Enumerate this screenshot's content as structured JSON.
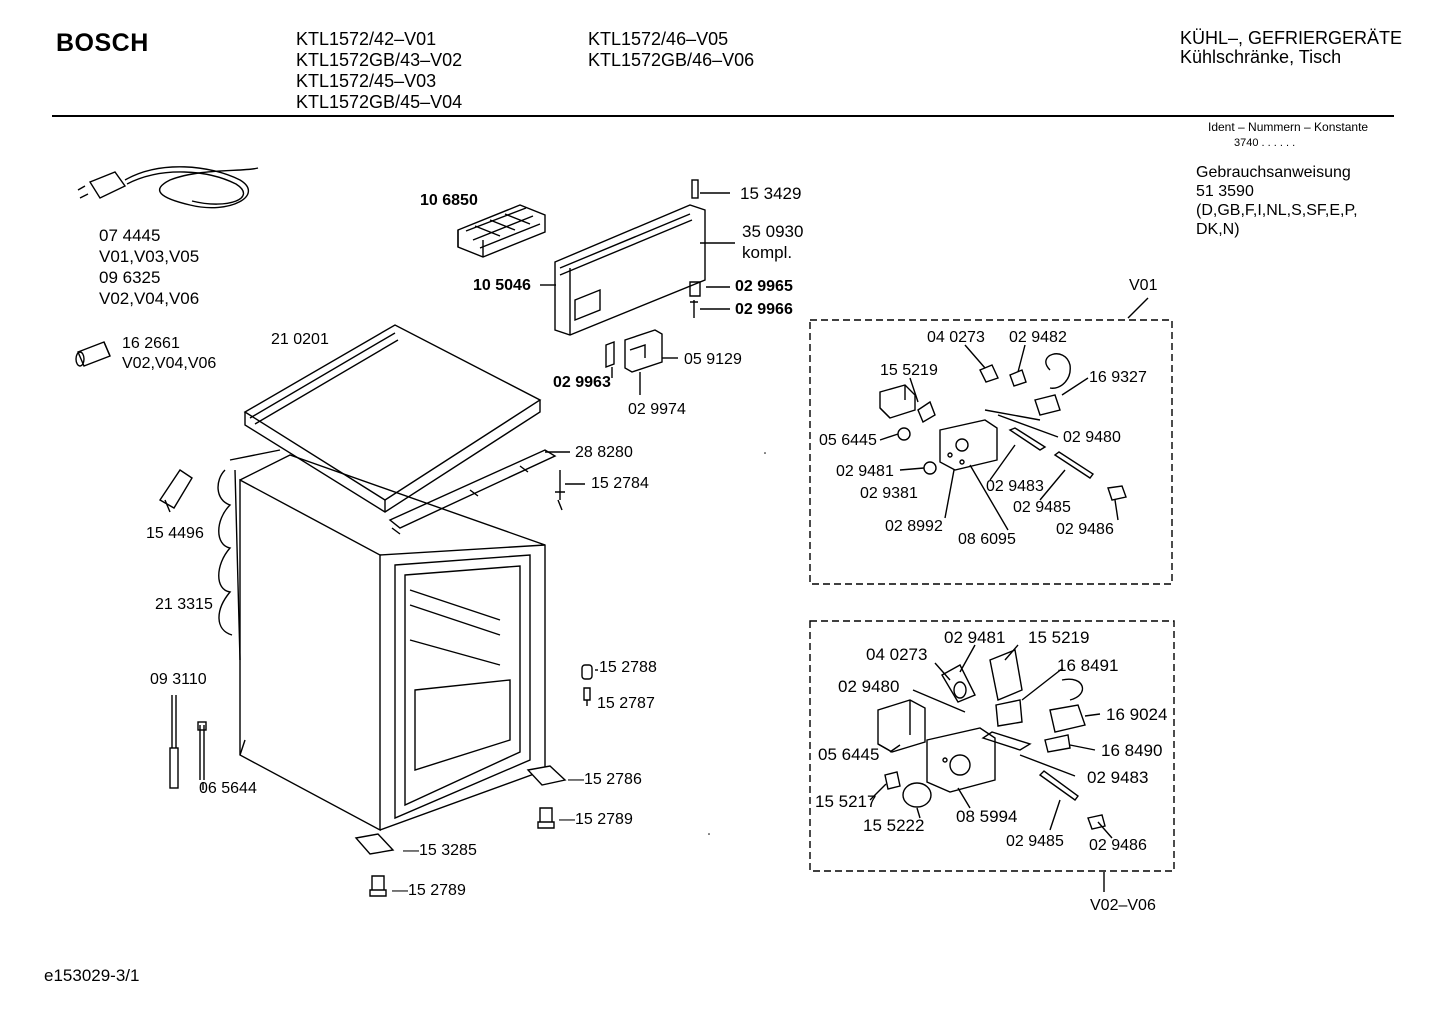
{
  "header": {
    "brand": "BOSCH",
    "models_col1": [
      "KTL1572/42–V01",
      "KTL1572GB/43–V02",
      "KTL1572/45–V03",
      "KTL1572GB/45–V04"
    ],
    "models_col2": [
      "KTL1572/46–V05",
      "KTL1572GB/46–V06"
    ],
    "category": "KÜHL–, GEFRIERGERÄTE",
    "subcategory": "Kühlschränke, Tisch"
  },
  "ident": {
    "label": "Ident – Nummern – Konstante",
    "value": "3740  .  .  .  .  .  ."
  },
  "manual": {
    "title": "Gebrauchsanweisung",
    "number": "51 3590",
    "languages_line1": "(D,GB,F,I,NL,S,SF,E,P,",
    "languages_line2": "DK,N)"
  },
  "parts_left": {
    "cable_1": "07 4445",
    "cable_1_variants": "V01,V03,V05",
    "cable_2": "09 6325",
    "cable_2_variants": "V02,V04,V06",
    "fuse": "16 2661",
    "fuse_variants": "V02,V04,V06",
    "top": "21 0201",
    "hinge": "15 4496",
    "condenser": "21 3315",
    "sensor": "09 3110",
    "sensor_pin": "06 5644"
  },
  "parts_center": {
    "ice_tray": "10 6850",
    "freezer_door_frame": "10 5046",
    "pin_top": "15 3429",
    "freezer_door": "35 0930",
    "freezer_door_note": "kompl.",
    "part_029965": "02 9965",
    "part_029966": "02 9966",
    "latch": "05 9129",
    "part_029963": "02 9963",
    "part_029974": "02 9974",
    "rail": "28 8280",
    "part_152784": "15 2784",
    "part_152788": "15 2788",
    "part_152787": "15 2787",
    "part_152786": "—15 2786",
    "part_152789_a": "—15 2789",
    "part_153285": "—15 3285",
    "part_152789_b": "—15 2789"
  },
  "group_v01": {
    "label": "V01",
    "parts": {
      "p040273": "04 0273",
      "p029482": "02 9482",
      "p155219": "15 5219",
      "p169327": "16 9327",
      "p056445": "05 6445",
      "p029480": "02 9480",
      "p029481": "02 9481",
      "p029381": "02 9381",
      "p029483": "02 9483",
      "p029485": "02 9485",
      "p028992": "02 8992",
      "p086095": "08 6095",
      "p029486": "02 9486"
    }
  },
  "group_v02": {
    "label": "V02–V06",
    "parts": {
      "p029481": "02 9481",
      "p155219": "15 5219",
      "p040273": "04 0273",
      "p168491": "16 8491",
      "p029480": "02 9480",
      "p169024": "16 9024",
      "p056445": "05 6445",
      "p168490": "16 8490",
      "p029483": "02 9483",
      "p155217": "15 5217",
      "p155222": "15 5222",
      "p085994": "08 5994",
      "p029485": "02 9485",
      "p029486": "02 9486"
    }
  },
  "footer": {
    "doc_id": "e153029-3/1"
  }
}
